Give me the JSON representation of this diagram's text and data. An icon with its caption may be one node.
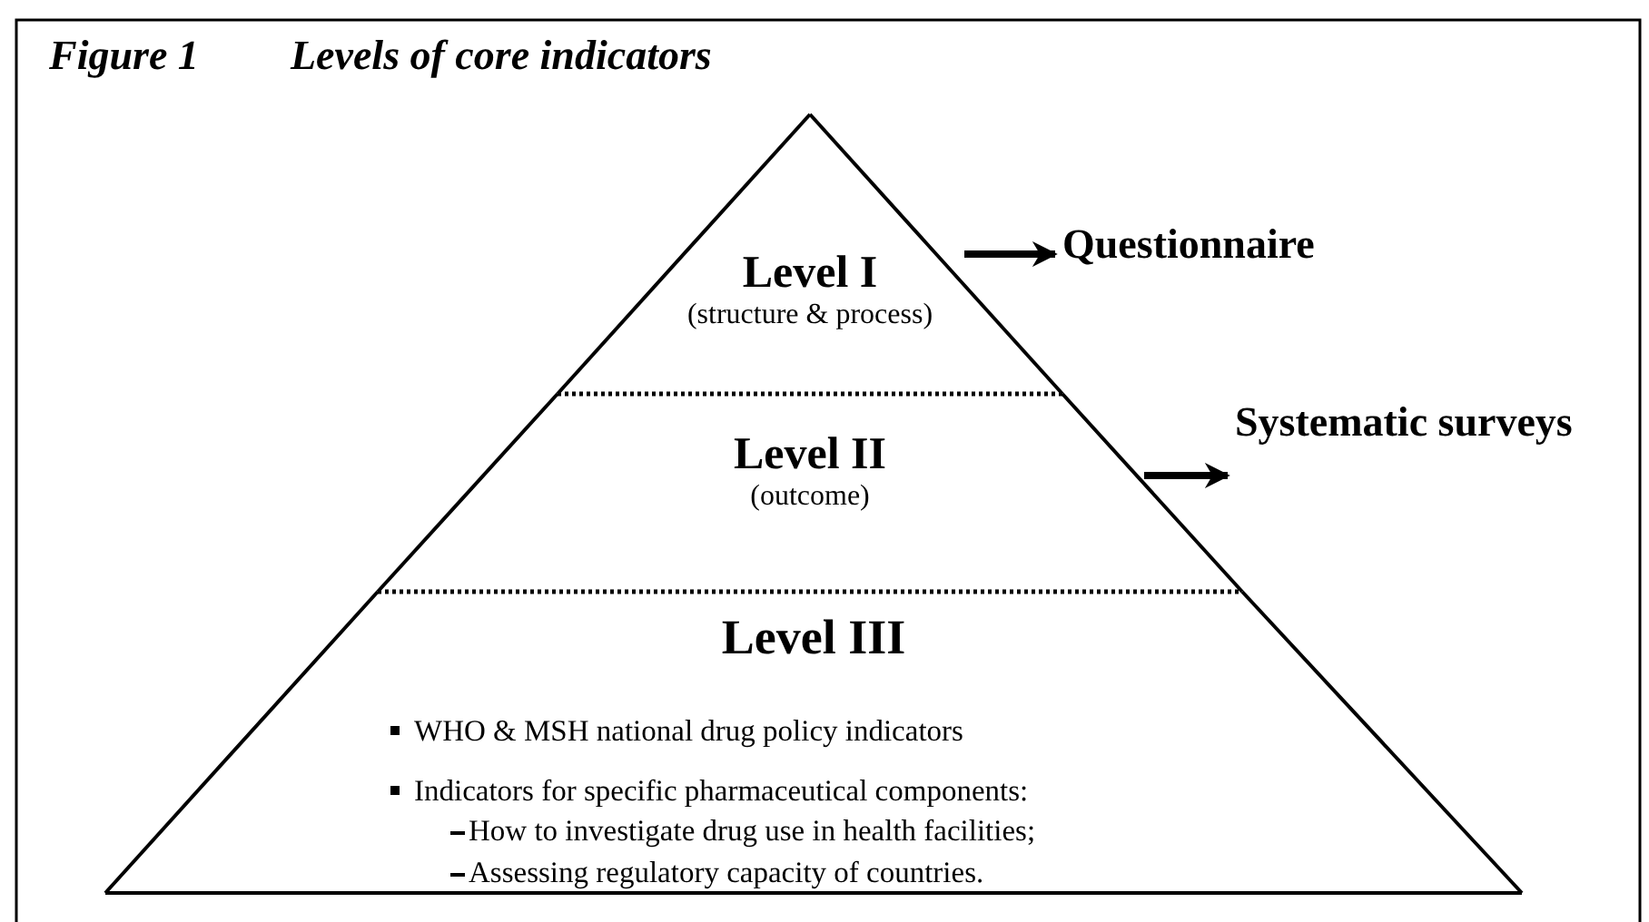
{
  "diagram": {
    "title": "Levels of core indicators",
    "nodes": [
      {
        "text": [
          "Level I",
          "(structure & process)"
        ]
      },
      {
        "text": [
          "Level II",
          "(outcome)"
        ]
      },
      {
        "text": [
          "Level III",
          "WHO & MSH national drug policy indicators",
          "Indicators for specific pharmaceutical components:",
          "How to investigate drug use in health facilities;",
          "Assessing regulatory capacity of countries."
        ]
      },
      {
        "text": [
          "Questionnaire"
        ]
      },
      {
        "text": [
          "Systematic surveys"
        ]
      }
    ],
    "edges": [
      {
        "from": 0,
        "to": 3,
        "arrow": "to"
      },
      {
        "from": 1,
        "to": 4,
        "arrow": "to"
      }
    ],
    "labels": [
      "Figure 1"
    ]
  }
}
